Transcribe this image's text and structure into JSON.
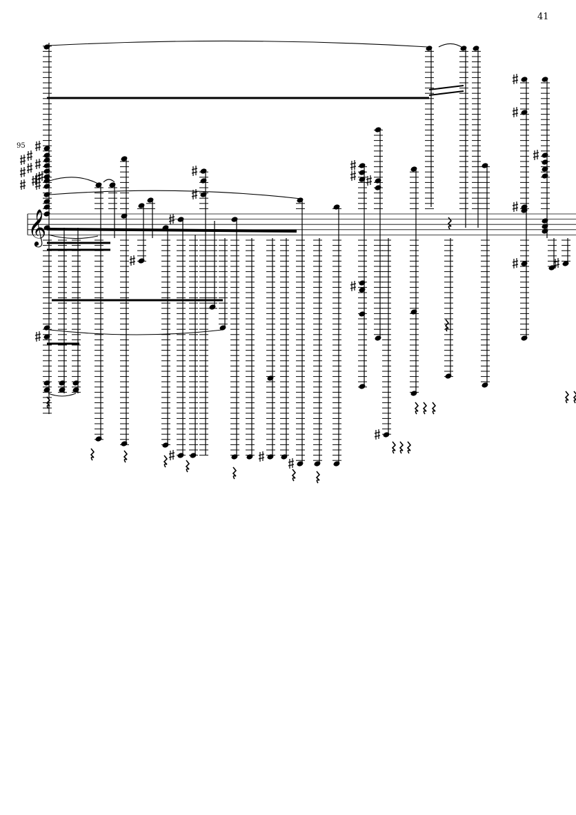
{
  "page": {
    "number": "41"
  },
  "score": {
    "measure_number": "95",
    "clef": "treble",
    "ink_color": "#000000"
  }
}
